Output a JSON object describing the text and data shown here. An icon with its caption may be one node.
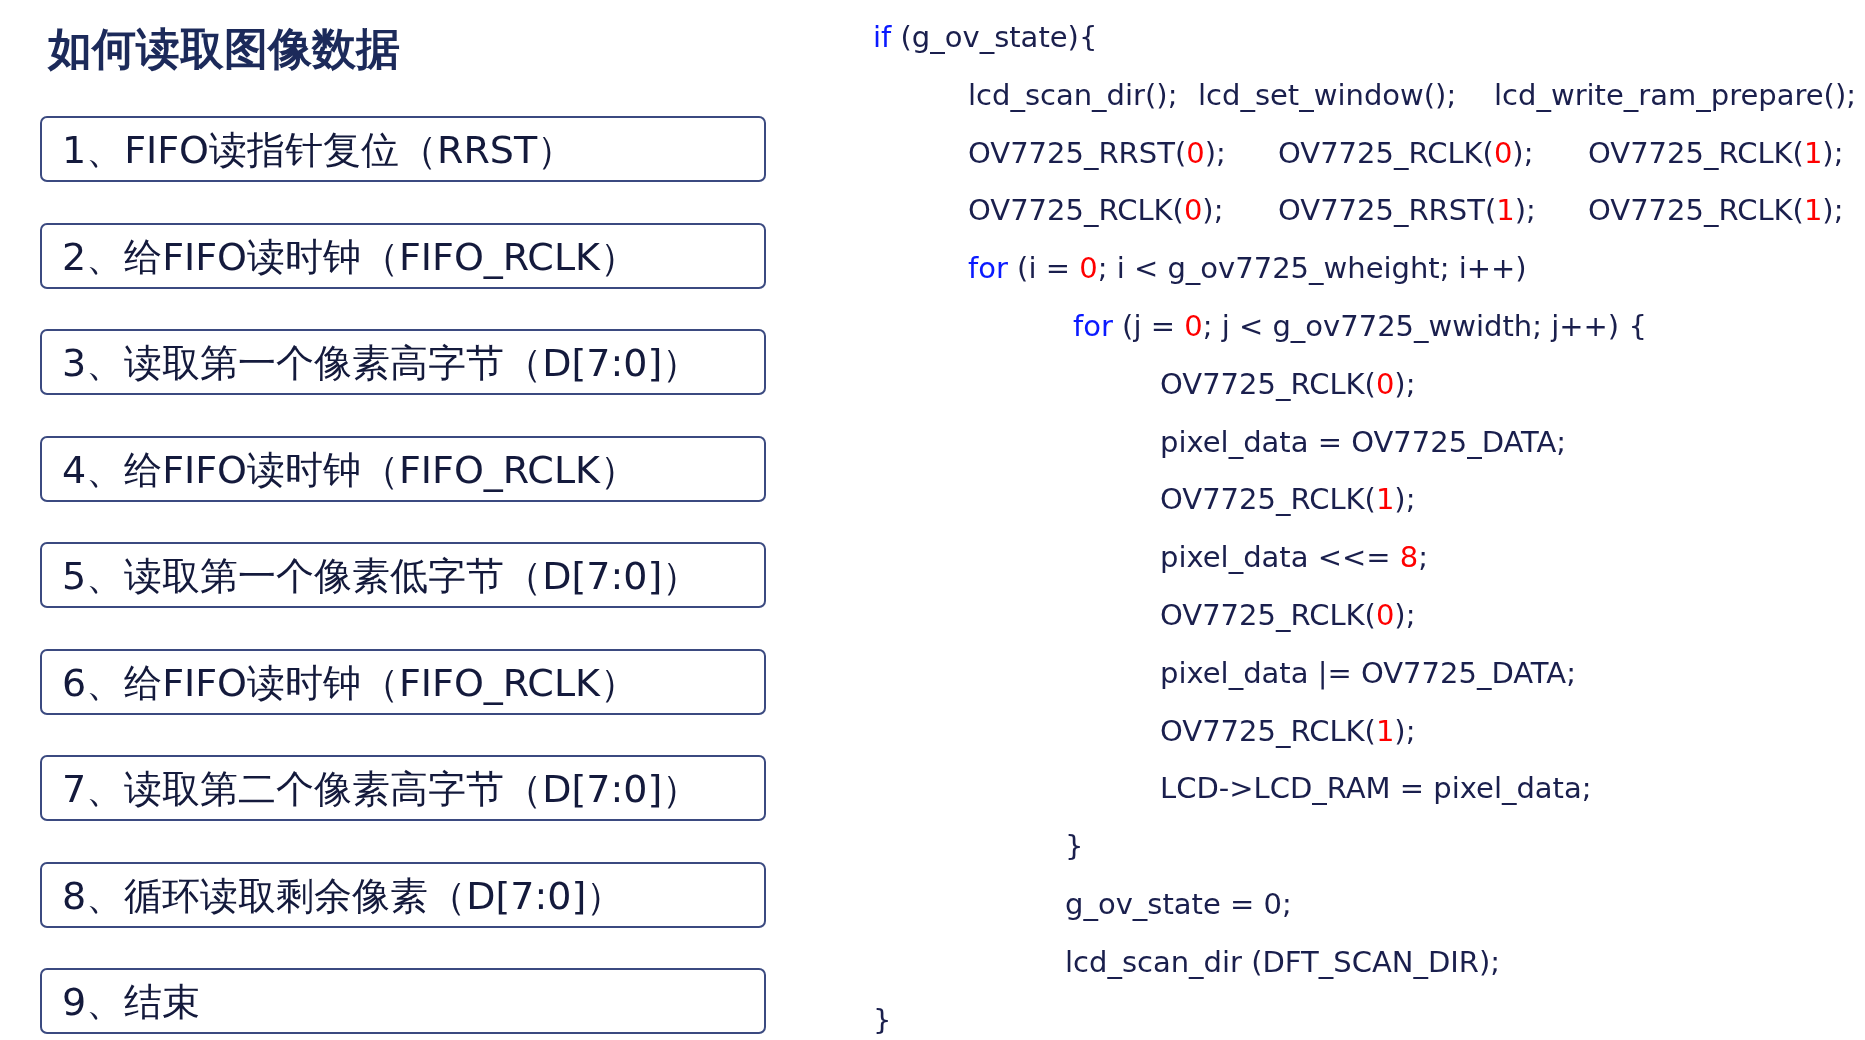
{
  "diagram": {
    "title": "如何读取图像数据",
    "nodes": [
      {
        "text": [
          "1、FIFO读指针复位（RRST）"
        ]
      },
      {
        "text": [
          "2、给FIFO读时钟（FIFO_RCLK）"
        ]
      },
      {
        "text": [
          "3、读取第一个像素高字节（D[7:0]）"
        ]
      },
      {
        "text": [
          "4、给FIFO读时钟（FIFO_RCLK）"
        ]
      },
      {
        "text": [
          "5、读取第一个像素低字节（D[7:0]）"
        ]
      },
      {
        "text": [
          "6、给FIFO读时钟（FIFO_RCLK）"
        ]
      },
      {
        "text": [
          "7、读取第二个像素高字节（D[7:0]）"
        ]
      },
      {
        "text": [
          "8、循环读取剩余像素（D[7:0]）"
        ]
      },
      {
        "text": [
          "9、结束"
        ]
      }
    ],
    "labels": [
      "if (g_ov_state){",
      "lcd_scan_dir();",
      "lcd_set_window();",
      "lcd_write_ram_prepare();",
      "OV7725_RRST(0);",
      "OV7725_RCLK(0);",
      "OV7725_RCLK(1);",
      "OV7725_RCLK(0);",
      "OV7725_RRST(1);",
      "OV7725_RCLK(1);",
      "for (i = 0; i < g_ov7725_wheight; i++)",
      "for (j = 0; j < g_ov7725_wwidth; j++) {",
      "OV7725_RCLK(0);",
      "pixel_data = OV7725_DATA;",
      "OV7725_RCLK(1);",
      "pixel_data <<= 8;",
      "OV7725_RCLK(0);",
      "pixel_data |= OV7725_DATA;",
      "OV7725_RCLK(1);",
      "LCD->LCD_RAM = pixel_data;",
      "}",
      "g_ov_state = 0;",
      "lcd_scan_dir (DFT_SCAN_DIR);",
      "}"
    ]
  }
}
